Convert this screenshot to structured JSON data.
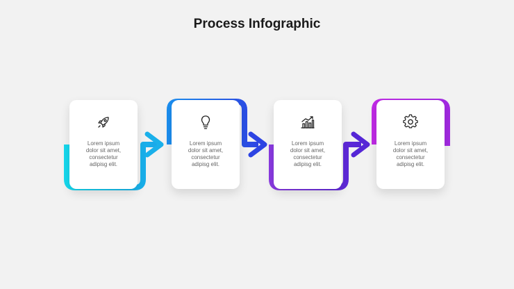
{
  "title": "Process Infographic",
  "steps": [
    {
      "icon": "rocket-icon",
      "lines": [
        "Lorem ipsum",
        "dolor sit amet,",
        "consectetur",
        "adipisg elit."
      ],
      "color_from": "#1ae0f0",
      "color_to": "#19c3e8"
    },
    {
      "icon": "lightbulb-icon",
      "lines": [
        "Lorem ipsum",
        "dolor sit amet,",
        "consectetur",
        "adipisg elit."
      ],
      "color_from": "#1e8cf0",
      "color_to": "#2a52e6"
    },
    {
      "icon": "bar-chart-icon",
      "lines": [
        "Lorem ipsum",
        "dolor sit amet,",
        "consectetur",
        "adipisg elit."
      ],
      "color_from": "#7a3ae0",
      "color_to": "#5a2ad8"
    },
    {
      "icon": "gear-icon",
      "lines": [
        "Lorem ipsum",
        "dolor sit amet,",
        "consectetur",
        "adipisg elit."
      ],
      "color_from": "#b52ae8",
      "color_to": "#c22ae6"
    }
  ]
}
